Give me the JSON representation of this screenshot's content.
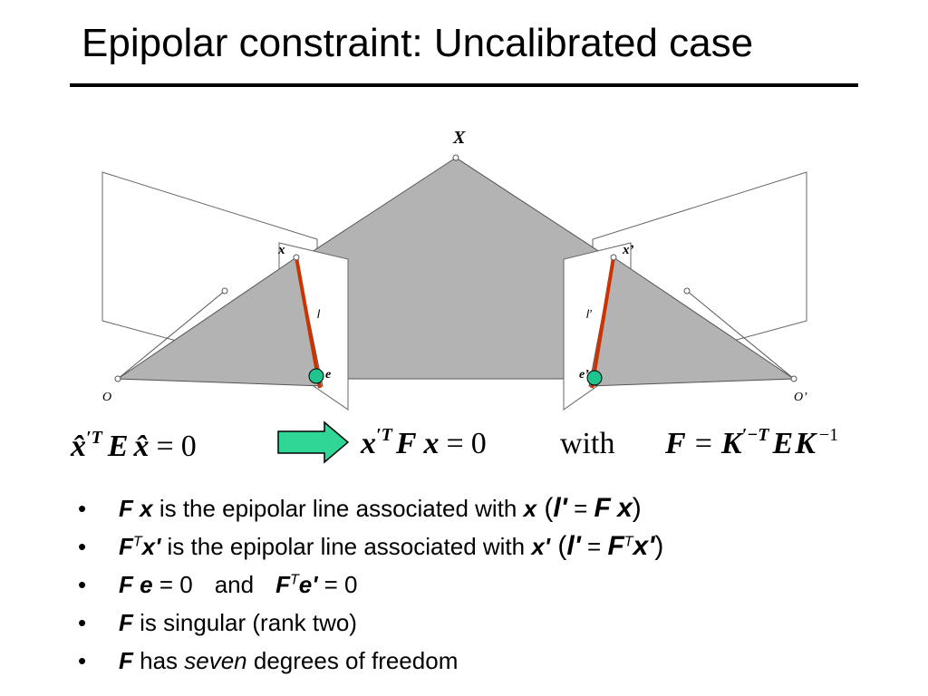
{
  "slide": {
    "title": "Epipolar constraint: Uncalibrated case"
  },
  "figure": {
    "point_X": "X",
    "point_x": "x",
    "point_x_prime": "x’",
    "line_l": "l",
    "line_l_prime": "l’",
    "epipole_e": "e",
    "epipole_e_prime": "e’",
    "center_O": "O",
    "center_O_prime": "O’",
    "plane_fill_color": "#b3b3b3",
    "epipolar_line_color": "#cc3300",
    "epipole_color": "#1fc38e",
    "arrow_color": "#2fd695"
  },
  "equations": {
    "eq1": {
      "xhat": "x̂",
      "prime_T": "′T",
      "E": "E",
      "xhat2": "x̂",
      "equals": "=",
      "zero": "0"
    },
    "eq2": {
      "x": "x",
      "prime_T": "′T",
      "F": "F",
      "x2": "x",
      "equals": "=",
      "zero": "0"
    },
    "with": "with",
    "eq3": {
      "F": "F",
      "equals": "=",
      "K": "K",
      "prime_neg_T": "′−T",
      "E": "E",
      "K2": "K",
      "neg_one": "−1"
    }
  },
  "bullets": {
    "b1": {
      "F": "F",
      "x": "x",
      "text": " is the epipolar line associated with ",
      "x2": "x",
      "open": " (",
      "l": "l'",
      "eq": " = ",
      "F2": "F",
      "x3": "x",
      "close": ")"
    },
    "b2": {
      "F": "F",
      "T": "T",
      "x": "x'",
      "text": " is the epipolar line associated with ",
      "x2": "x'",
      "open": " (",
      "l": "l'",
      "eq": " = ",
      "F2": "F",
      "T2": "T",
      "x3": "x'",
      "close": ")"
    },
    "b3": {
      "F": "F",
      "e": "e",
      "eq0": " = 0",
      "and": "and",
      "F2": "F",
      "T": "T",
      "e2": "e'",
      "eq02": " = 0"
    },
    "b4": {
      "F": "F",
      "text": " is singular (rank two)"
    },
    "b5": {
      "F": "F",
      "has": " has ",
      "seven": "seven",
      "text": " degrees of freedom"
    }
  }
}
